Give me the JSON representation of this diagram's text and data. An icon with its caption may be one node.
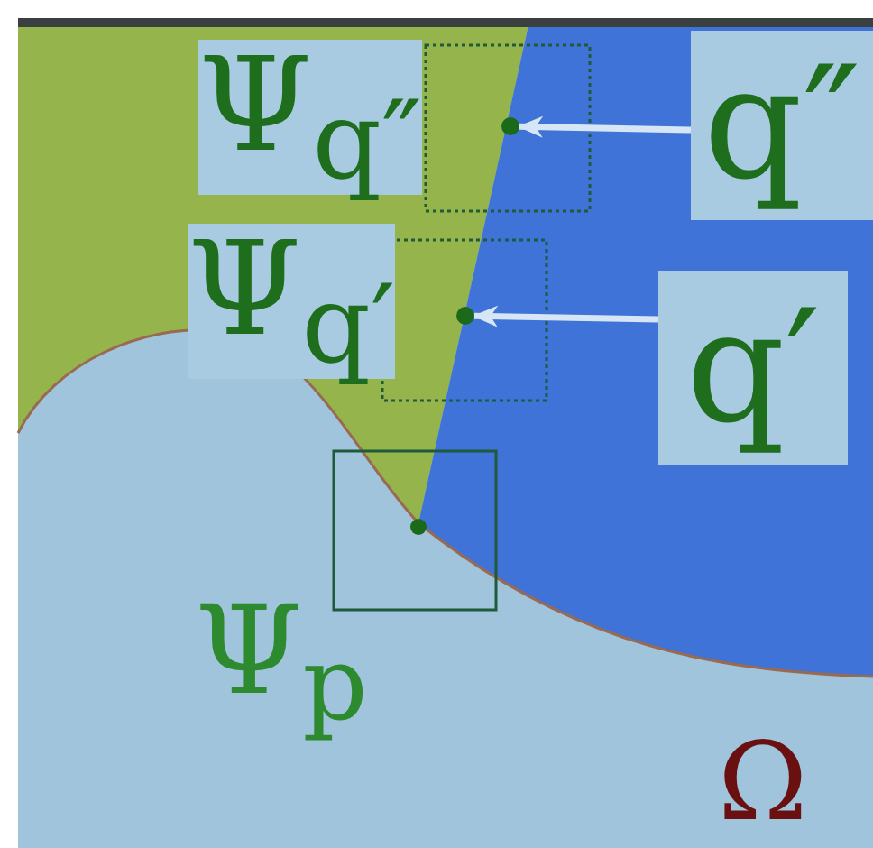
{
  "diagram": {
    "nodes": [
      {
        "text": [
          "q″"
        ]
      },
      {
        "text": [],
        "shape": "circle"
      },
      {
        "text": [
          "q′"
        ]
      },
      {
        "text": [],
        "shape": "circle"
      }
    ],
    "edges": [
      {
        "from": 0,
        "to": 1,
        "arrow": "to"
      },
      {
        "from": 2,
        "to": 3,
        "arrow": "to"
      }
    ],
    "labels": [
      "Ψ$_{q″}$",
      "Ψ$_{q′}$",
      "Ψ$_{p}$",
      "Ω"
    ]
  }
}
